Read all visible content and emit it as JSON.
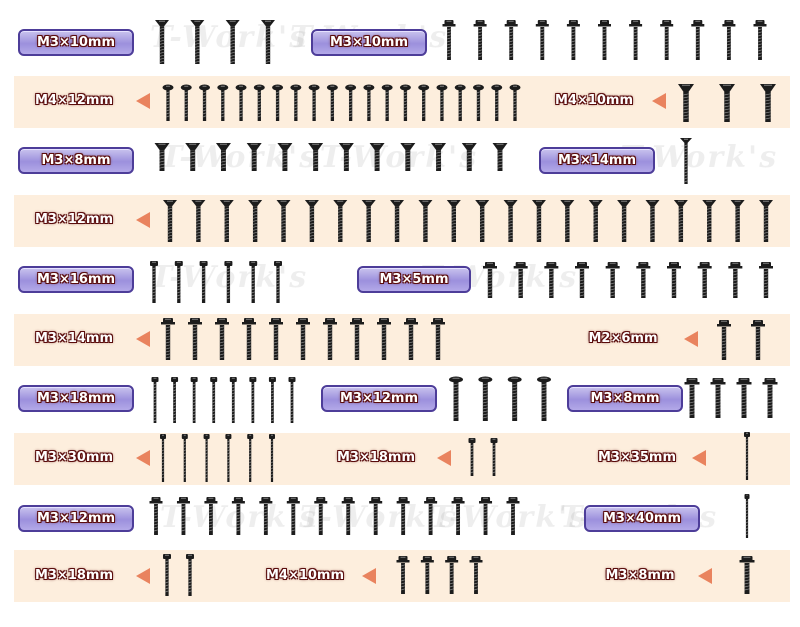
{
  "watermark": "T-Work's",
  "colors": {
    "band": "#fdeedd",
    "label_box": "#a79de2",
    "label_border": "#4d3d99",
    "arrow": "#e9835e",
    "screw": "#1c1c1c"
  },
  "labels": {
    "r1a": "M3×10mm",
    "r1b": "M3×10mm",
    "r2a": "M4×12mm",
    "r2b": "M4×10mm",
    "r3a": "M3×8mm",
    "r3b": "M3×14mm",
    "r4a": "M3×12mm",
    "r5a": "M3×16mm",
    "r5b": "M3×5mm",
    "r6a": "M3×14mm",
    "r6b": "M2×6mm",
    "r7a": "M3×18mm",
    "r7b": "M3×12mm",
    "r7c": "M3×8mm",
    "r8a": "M3×30mm",
    "r8b": "M3×18mm",
    "r8c": "M3×35mm",
    "r9a": "M3×12mm",
    "r9b": "M3×40mm",
    "r10a": "M3×18mm",
    "r10b": "M4×10mm",
    "r10c": "M3×8mm"
  }
}
